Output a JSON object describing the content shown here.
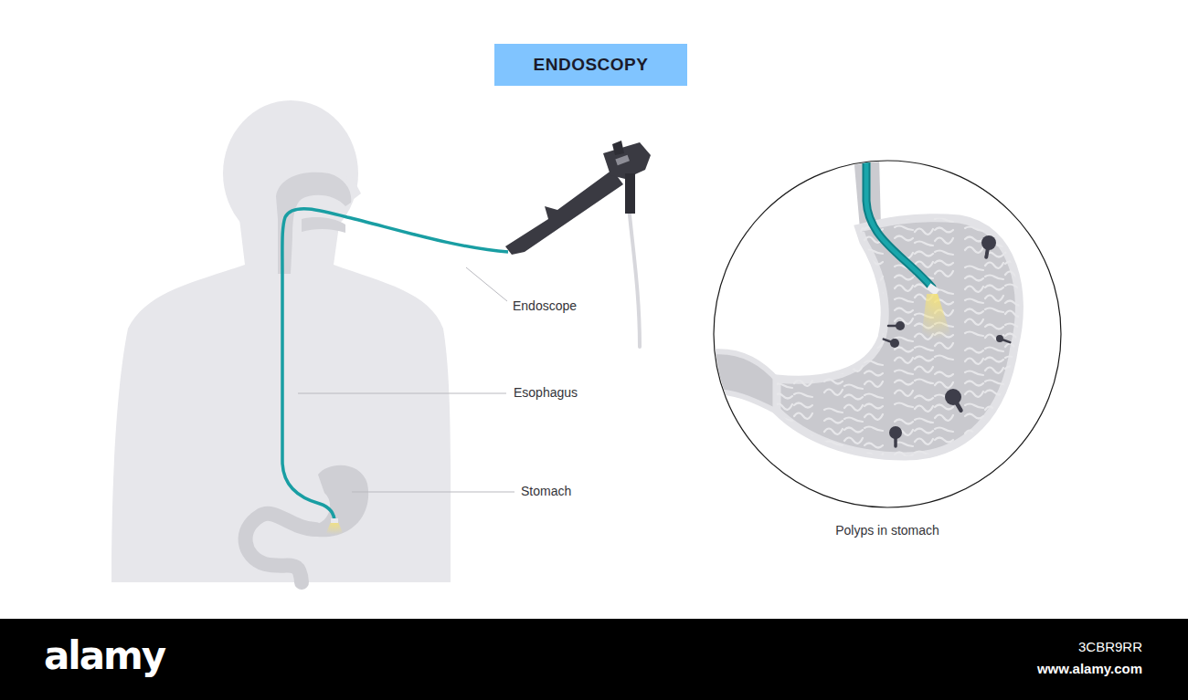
{
  "diagram": {
    "title": "ENDOSCOPY",
    "labels": [
      "Endoscope",
      "Esophagus",
      "Stomach",
      "Polyps in stomach",
      "alamy",
      "3CBR9RR",
      "www.alamy.com"
    ]
  }
}
